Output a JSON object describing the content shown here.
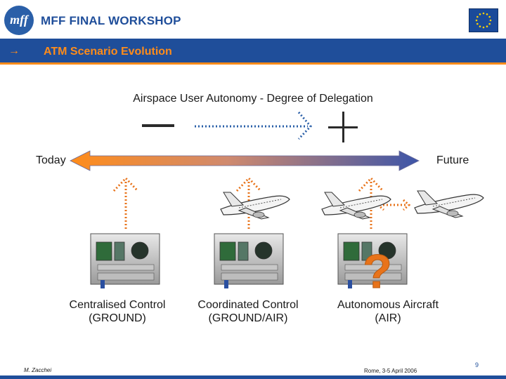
{
  "header": {
    "logo_text": "mff",
    "title": "MFF FINAL WORKSHOP",
    "subtitle_arrow": "→",
    "subtitle": "ATM Scenario Evolution"
  },
  "diagram": {
    "autonomy_label": "Airspace User Autonomy - Degree of Delegation",
    "left_label": "Today",
    "right_label": "Future",
    "question_mark": "?",
    "controls": [
      {
        "line1": "Centralised Control",
        "line2": "(GROUND)"
      },
      {
        "line1": "Coordinated Control",
        "line2": "(GROUND/AIR)"
      },
      {
        "line1": "Autonomous Aircraft",
        "line2": "(AIR)"
      }
    ]
  },
  "footer": {
    "author": "M. Zacchei",
    "place_date": "Rome, 3-5 April 2006",
    "page_number": "9"
  },
  "colors": {
    "brand_blue": "#1f4e9a",
    "accent_orange": "#ff8c1a",
    "dotted_blue": "#2a5fa8",
    "dotted_orange": "#e8731a"
  }
}
